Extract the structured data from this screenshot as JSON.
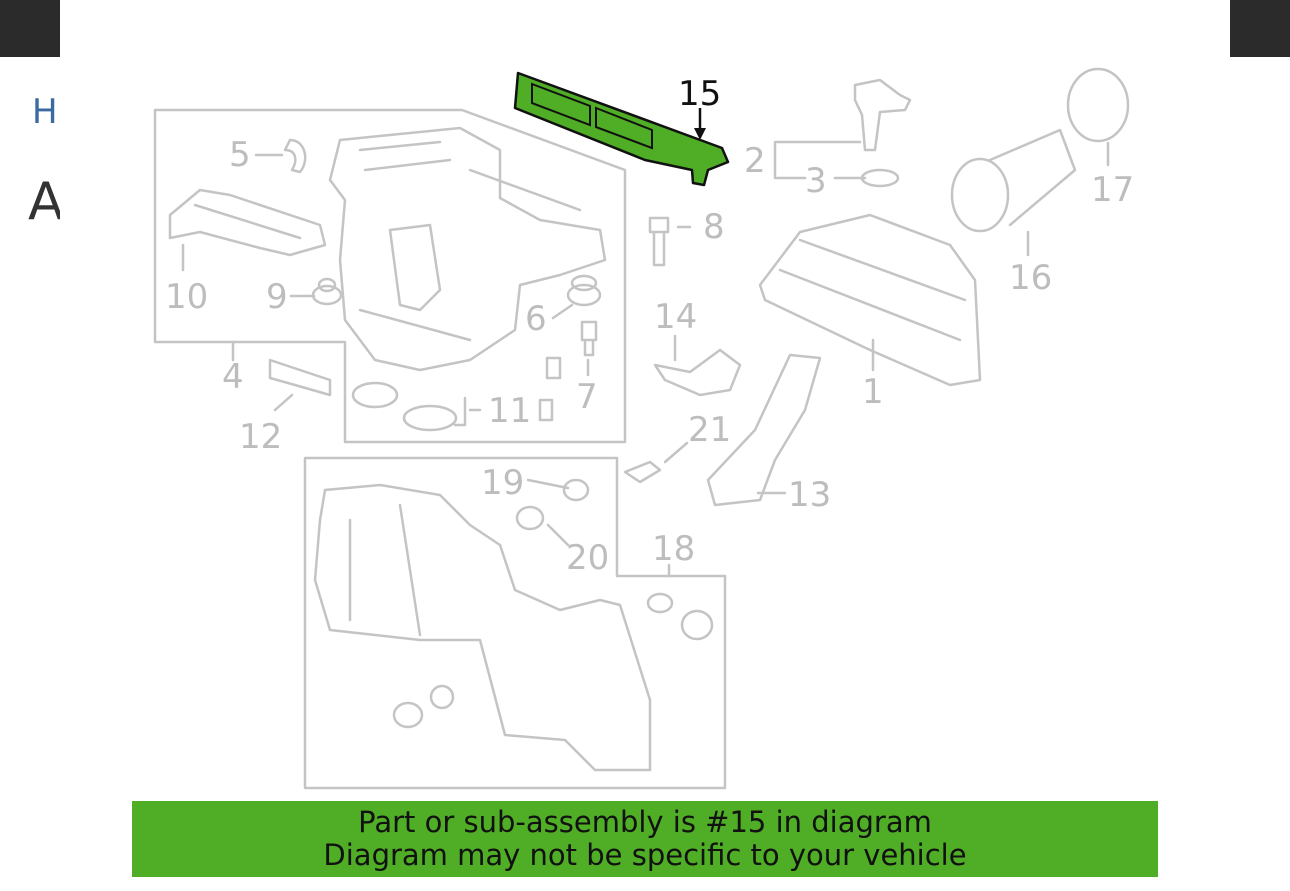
{
  "header": {
    "link_text": "H",
    "title_text": "A"
  },
  "diagram": {
    "highlight_color": "#4fad26",
    "callouts": [
      "1",
      "2",
      "3",
      "4",
      "5",
      "6",
      "7",
      "8",
      "9",
      "10",
      "11",
      "12",
      "13",
      "14",
      "15",
      "16",
      "17",
      "18",
      "19",
      "20",
      "21"
    ],
    "highlighted_part": "15"
  },
  "banner": {
    "line1": "Part or sub-assembly is #15 in diagram",
    "line2": "Diagram may not be specific to your vehicle",
    "color": "#4fad26"
  }
}
